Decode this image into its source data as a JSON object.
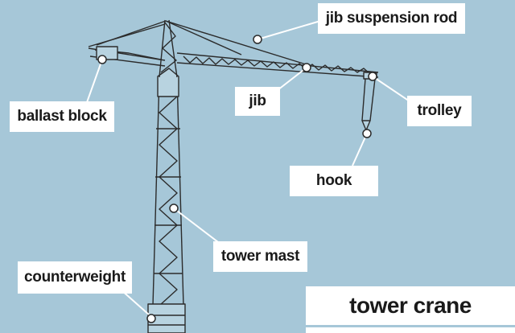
{
  "labels": {
    "jib_suspension_rod": "jib suspension rod",
    "ballast_block": "ballast block",
    "jib": "jib",
    "trolley": "trolley",
    "hook": "hook",
    "tower_mast": "tower mast",
    "counterweight": "counterweight"
  },
  "title": "tower crane",
  "colors": {
    "background": "#a6c7d8",
    "line": "#2b2b2b",
    "label_bg": "#ffffff"
  }
}
